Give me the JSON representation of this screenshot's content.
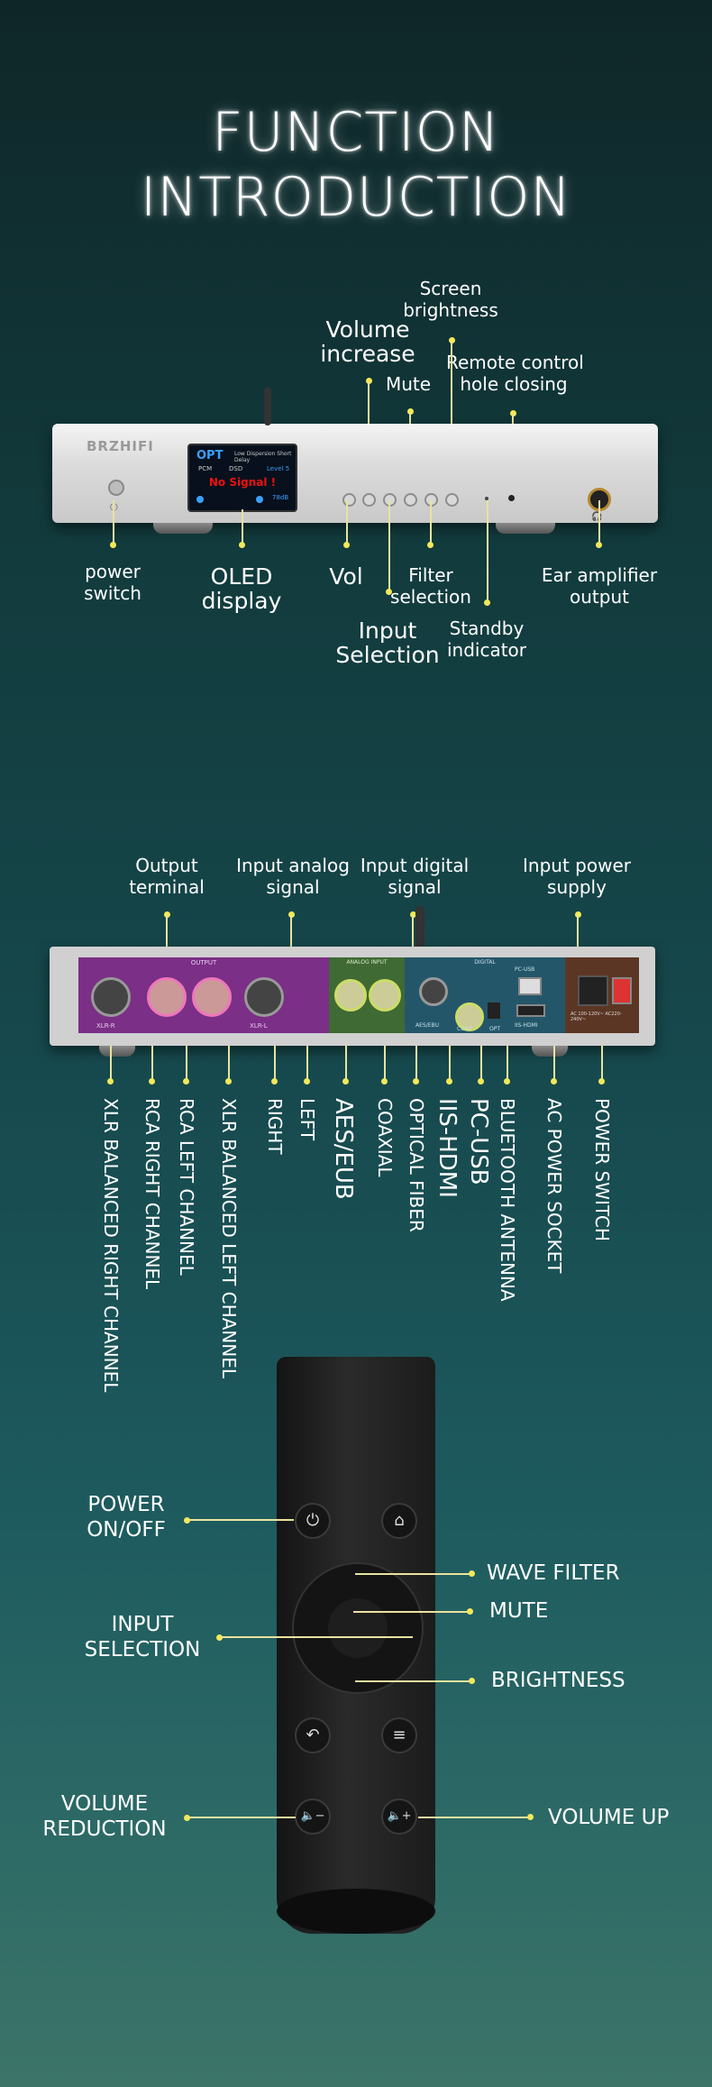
{
  "title": {
    "line1": "FUNCTION",
    "line2": "INTRODUCTION"
  },
  "front": {
    "brand": "BRZHIFI",
    "oled": {
      "source": "OPT",
      "pcm": "PCM",
      "dsd": "DSD",
      "filter": "Low Dispersion Short Delay",
      "level": "Level 5",
      "status": "No Signal !",
      "sample": "78dB"
    },
    "labels": {
      "screen_brightness": "Screen\nbrightness",
      "volume_increase": "Volume\nincrease",
      "mute": "Mute",
      "remote_hole": "Remote control\nhole closing",
      "power_switch": "power\nswitch",
      "oled_display": "OLED\ndisplay",
      "vol": "Vol",
      "filter_selection": "Filter\nselection",
      "ear_amp": "Ear amplifier\noutput",
      "input_selection": "Input\nSelection",
      "standby": "Standby\nindicator"
    }
  },
  "rear": {
    "panel": {
      "output": "OUTPUT",
      "analog": "ANALOG INPUT",
      "digital": "DIGITAL",
      "pcusb": "PC-USB",
      "xlr_r": "XLR-R",
      "xlr_l": "XLR-L",
      "aes": "AES/EBU",
      "coax": "COAX",
      "opt": "OPT",
      "iis": "IIS-HDMI",
      "ac": "AC 100-120V~ AC220-240V~"
    },
    "labels": {
      "output_terminal": "Output\nterminal",
      "input_analog": "Input analog\nsignal",
      "input_digital": "Input digital\nsignal",
      "input_power": "Input power\nsupply"
    },
    "vertical": [
      "XLR BALANCED RIGHT CHANNEL",
      "RCA RIGHT CHANNEL",
      "RCA LEFT CHANNEL",
      "XLR BALANCED LEFT CHANNEL",
      "RIGHT",
      "LEFT",
      "AES/EUB",
      "COAXIAL",
      "OPTICAL FIBER",
      "IIS-HDMI",
      "PC-USB",
      "BLUETOOTH ANTENNA",
      "AC POWER SOCKET",
      "POWER SWITCH"
    ]
  },
  "remote": {
    "labels": {
      "power": "POWER\nON/OFF",
      "wave_filter": "WAVE FILTER",
      "mute": "MUTE",
      "input_selection": "INPUT\nSELECTION",
      "brightness": "BRIGHTNESS",
      "volume_reduction": "VOLUME\nREDUCTION",
      "volume_up": "VOLUME UP"
    },
    "buttons": {
      "power": "⏻",
      "home": "⌂",
      "back": "↶",
      "menu": "≡",
      "vol_down": "🔈−",
      "vol_up": "🔈+"
    }
  },
  "colors": {
    "accent_dot": "#f2e85a",
    "output_panel": "#7b2f86",
    "analog_panel": "#3f6a33",
    "digital_panel": "#24566a",
    "power_panel": "#5c3624"
  }
}
